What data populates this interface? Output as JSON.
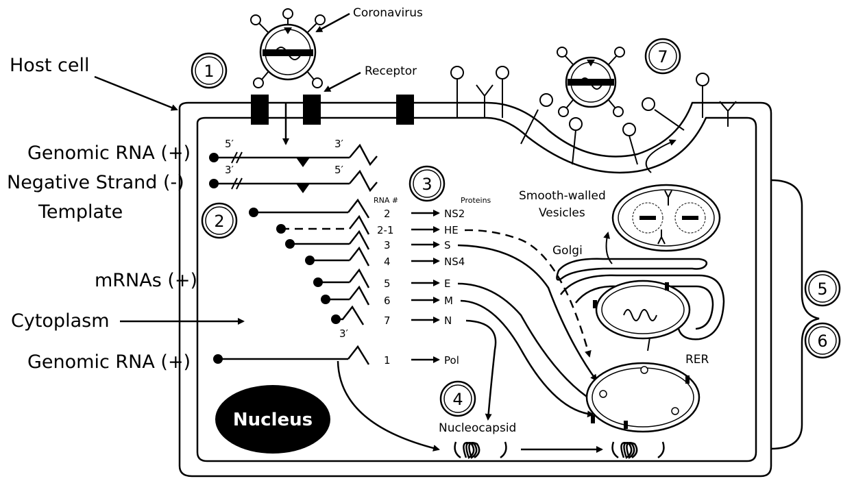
{
  "labels": {
    "host_cell": "Host cell",
    "genomic_rna_top": "Genomic RNA (+)",
    "negative_strand": "Negative Strand (-)",
    "template": "Template",
    "mrnas": "mRNAs (+)",
    "cytoplasm": "Cytoplasm",
    "genomic_rna_bottom": "Genomic RNA (+)",
    "coronavirus": "Coronavirus",
    "receptor": "Receptor",
    "smooth_walled_vesicles_1": "Smooth-walled",
    "smooth_walled_vesicles_2": "Vesicles",
    "golgi": "Golgi",
    "rer": "RER",
    "nucleocapsid": "Nucleocapsid",
    "nucleus": "Nucleus",
    "rna_header": "RNA #",
    "proteins_header": "Proteins",
    "five_prime": "5′",
    "three_prime": "3′"
  },
  "steps": [
    "1",
    "2",
    "3",
    "4",
    "5",
    "6",
    "7"
  ],
  "rna_rows": [
    {
      "rna": "2",
      "protein": "NS2"
    },
    {
      "rna": "2-1",
      "protein": "HE"
    },
    {
      "rna": "3",
      "protein": "S"
    },
    {
      "rna": "4",
      "protein": "NS4"
    },
    {
      "rna": "5",
      "protein": "E"
    },
    {
      "rna": "6",
      "protein": "M"
    },
    {
      "rna": "7",
      "protein": "N"
    },
    {
      "rna": "1",
      "protein": "Pol"
    }
  ]
}
